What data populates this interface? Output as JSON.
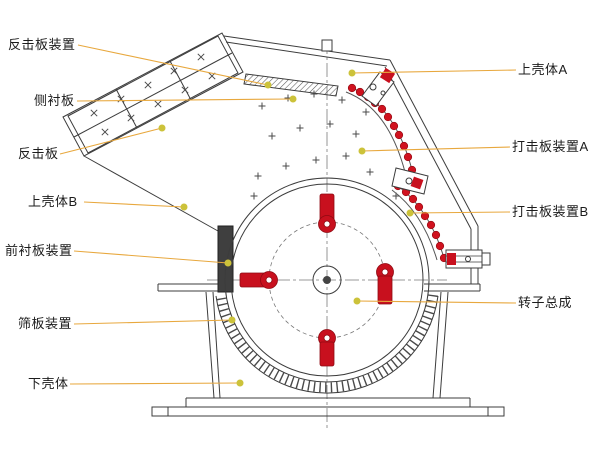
{
  "diagram": {
    "type": "technical-structure-diagram",
    "subject": "impact crusher cross-section with part callouts"
  },
  "colors": {
    "leader_line": "#E8A83E",
    "anchor_dot": "#CCC23A",
    "highlight_red": "#C8101E",
    "outline": "#3C3C3C",
    "background": "#FFFFFF"
  },
  "labels": {
    "left": [
      {
        "text": "反击板装置"
      },
      {
        "text": "侧衬板"
      },
      {
        "text": "反击板"
      },
      {
        "text": "上壳体B"
      },
      {
        "text": "前衬板装置"
      },
      {
        "text": "筛板装置"
      },
      {
        "text": "下壳体"
      }
    ],
    "right": [
      {
        "text": "上壳体A"
      },
      {
        "text": "打击板装置A"
      },
      {
        "text": "打击板装置B"
      },
      {
        "text": "转子总成"
      }
    ]
  }
}
